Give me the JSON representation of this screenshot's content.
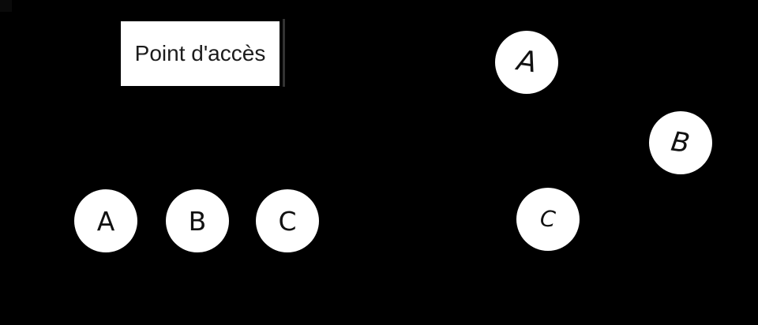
{
  "diagram": {
    "background_color": "#000000",
    "node_fill_color": "#ffffff",
    "node_text_color": "#111111",
    "access_point": {
      "label": "Point d'accès",
      "fill_color": "#ffffff",
      "text_color": "#1c1c1c",
      "shadow_color": "#333333"
    },
    "infrastructure_nodes": [
      {
        "label": "A"
      },
      {
        "label": "B"
      },
      {
        "label": "C"
      }
    ],
    "adhoc_nodes": [
      {
        "label": "A"
      },
      {
        "label": "B"
      },
      {
        "label": "C"
      }
    ]
  }
}
